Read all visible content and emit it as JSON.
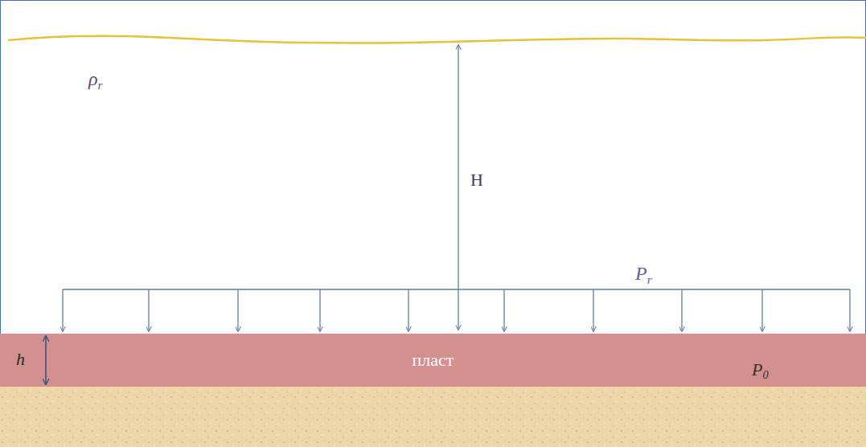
{
  "diagram": {
    "nodes": [
      {
        "text": [
          "пласт"
        ]
      }
    ],
    "labels": [
      "ρr",
      "H",
      "Pr",
      "h",
      "P0"
    ]
  }
}
